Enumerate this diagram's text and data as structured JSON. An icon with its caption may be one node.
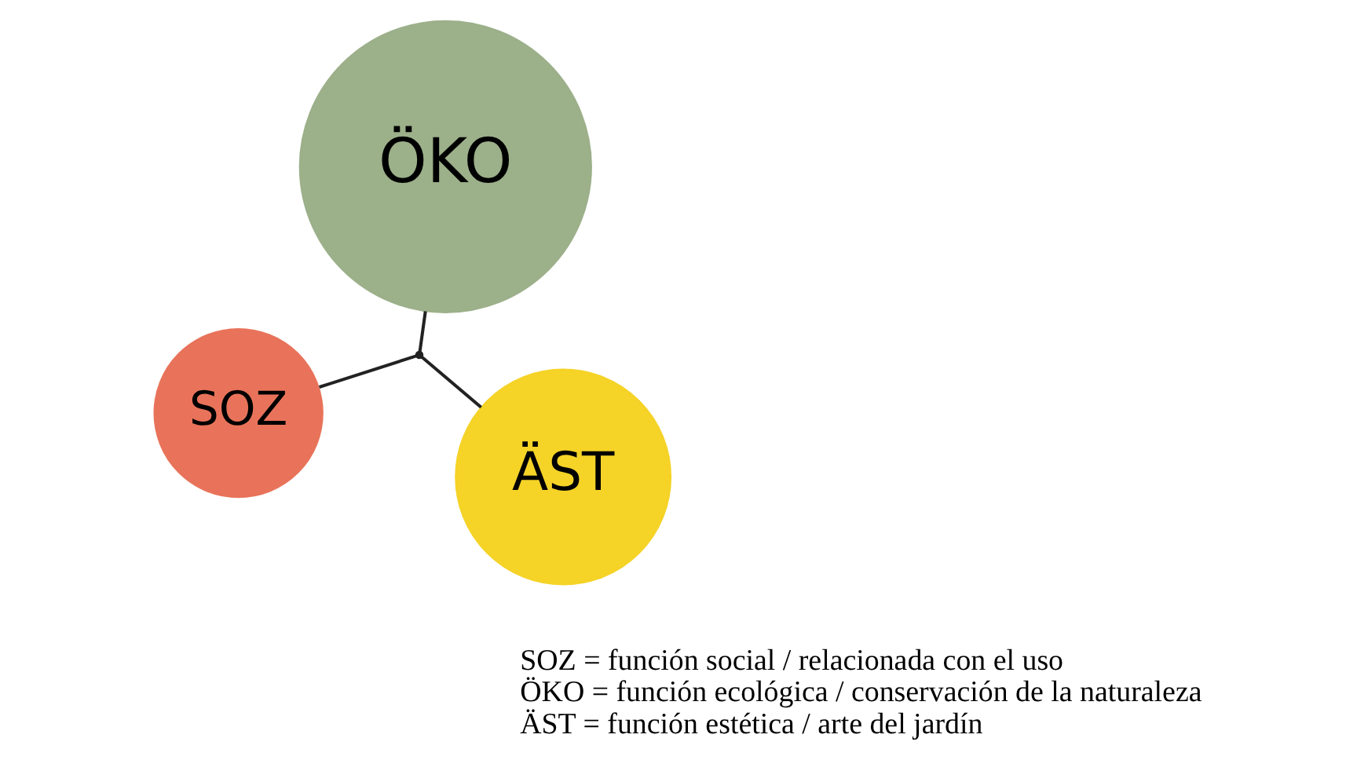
{
  "diagram": {
    "nodes": [
      {
        "text": [
          "SOZ"
        ]
      },
      {
        "text": [
          "ÖKO"
        ]
      },
      {
        "text": [
          "ÄST"
        ]
      },
      {
        "text": [],
        "shape": "point"
      }
    ],
    "edges": [
      {
        "from": 3,
        "to": 0,
        "arrow": "none"
      },
      {
        "from": 3,
        "to": 1,
        "arrow": "none"
      },
      {
        "from": 3,
        "to": 2,
        "arrow": "none"
      }
    ],
    "labels": [
      "SOZ = función social / relacionada con el uso",
      "ÖKO = función ecológica / conservación de la naturaleza",
      "ÄST = función estética / arte del jardín"
    ]
  }
}
